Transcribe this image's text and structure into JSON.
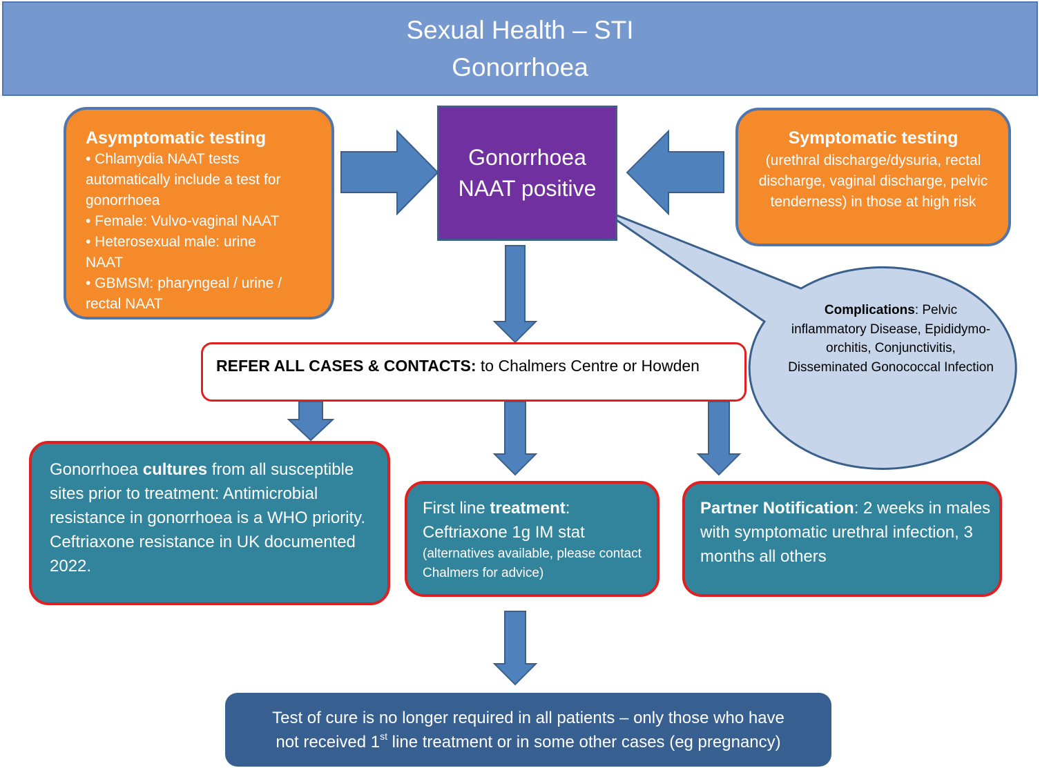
{
  "header": {
    "line1": "Sexual Health – STI",
    "line2": "Gonorrhoea"
  },
  "asymptomatic": {
    "title": "Asymptomatic  testing",
    "lines": [
      "•  Chlamydia NAAT tests",
      "automatically include a test for",
      "gonorrhoea",
      "•  Female: Vulvo-vaginal NAAT",
      "•  Heterosexual male: urine",
      "NAAT",
      "•  GBMSM: pharyngeal / urine /",
      "rectal NAAT"
    ]
  },
  "symptomatic": {
    "title": "Symptomatic testing",
    "body": "(urethral discharge/dysuria, rectal discharge, vaginal discharge, pelvic tenderness) in those at high risk"
  },
  "naat": {
    "line1": "Gonorrhoea",
    "line2": "NAAT positive"
  },
  "complications": {
    "label": "Complications",
    "text": ": Pelvic inflammatory Disease, Epididymo-orchitis, Conjunctivitis, Disseminated Gonococcal Infection"
  },
  "refer": {
    "bold": "REFER ALL CASES & CONTACTS:",
    "text": " to Chalmers Centre or Howden"
  },
  "cultures": {
    "pre": "Gonorrhoea ",
    "bold": "cultures",
    "post": " from all susceptible sites prior to treatment: Antimicrobial resistance in gonorrhoea is a WHO priority.",
    "line2": "Ceftriaxone resistance in UK documented 2022."
  },
  "treatment": {
    "pre": "First line ",
    "bold": "treatment",
    "post": ":",
    "line2": "Ceftriaxone 1g IM stat",
    "note": "(alternatives available, please contact Chalmers for advice)"
  },
  "partner": {
    "bold": "Partner Notification",
    "text": ": 2 weeks in males with symptomatic urethral infection, 3 months all others"
  },
  "cure": {
    "line1": "Test of cure is no longer required in all patients – only those who have",
    "line2_pre": "not received 1",
    "line2_sup": "st",
    "line2_post": " line treatment or in some other cases (eg pregnancy)"
  },
  "colors": {
    "header": "#7598cf",
    "orange": "#f48a2a",
    "purple": "#7030a0",
    "teal": "#31849b",
    "navy": "#375f8f",
    "arrow": "#4f81bd",
    "callout": "#c6d5ea",
    "red_border": "#e02020"
  }
}
